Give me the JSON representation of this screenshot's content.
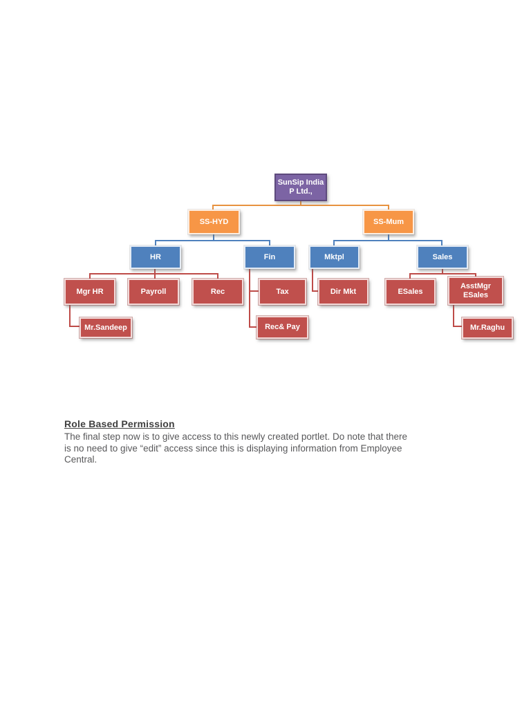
{
  "colors": {
    "level1_purple": "#7C64A4",
    "level2_orange": "#F79646",
    "level3_blue": "#4F81BD",
    "level4_red": "#C0504D",
    "connector_orange": "#E8923F",
    "connector_blue": "#4F81BD",
    "connector_red": "#BE4B48",
    "heading_text": "#404040",
    "body_text": "#58585A",
    "page_background": "#FFFFFF"
  },
  "org_chart": {
    "type": "org-tree",
    "nodes": {
      "sunsip": {
        "label": "SunSip India P Ltd.,",
        "parent": null,
        "level": 1
      },
      "ss_hyd": {
        "label": "SS-HYD",
        "parent": "sunsip",
        "level": 2
      },
      "ss_mum": {
        "label": "SS-Mum",
        "parent": "sunsip",
        "level": 2
      },
      "hr": {
        "label": "HR",
        "parent": "ss_hyd",
        "level": 3
      },
      "fin": {
        "label": "Fin",
        "parent": "ss_hyd",
        "level": 3
      },
      "mktpl": {
        "label": "Mktpl",
        "parent": "ss_mum",
        "level": 3
      },
      "sales": {
        "label": "Sales",
        "parent": "ss_mum",
        "level": 3
      },
      "mgr_hr": {
        "label": "Mgr HR",
        "parent": "hr",
        "level": 4
      },
      "payroll": {
        "label": "Payroll",
        "parent": "hr",
        "level": 4
      },
      "rec": {
        "label": "Rec",
        "parent": "hr",
        "level": 4
      },
      "tax": {
        "label": "Tax",
        "parent": "fin",
        "level": 4
      },
      "rec_pay": {
        "label": "Rec& Pay",
        "parent": "fin",
        "level": 4
      },
      "dir_mkt": {
        "label": "Dir Mkt",
        "parent": "mktpl",
        "level": 4
      },
      "esales": {
        "label": "ESales",
        "parent": "sales",
        "level": 4
      },
      "asstmgr_esales": {
        "label": "AsstMgr ESales",
        "parent": "sales",
        "level": 4
      },
      "mr_sandeep": {
        "label": "Mr.Sandeep",
        "parent": "mgr_hr",
        "level": 5
      },
      "mr_raghu": {
        "label": "Mr.Raghu",
        "parent": "asstmgr_esales",
        "level": 5
      }
    }
  },
  "section": {
    "heading": "Role Based Permission",
    "body_lines": [
      "The final step now is to give access to this newly created portlet. Do note that there",
      "is no need to give “edit” access since this is displaying information from Employee",
      "Central."
    ]
  }
}
